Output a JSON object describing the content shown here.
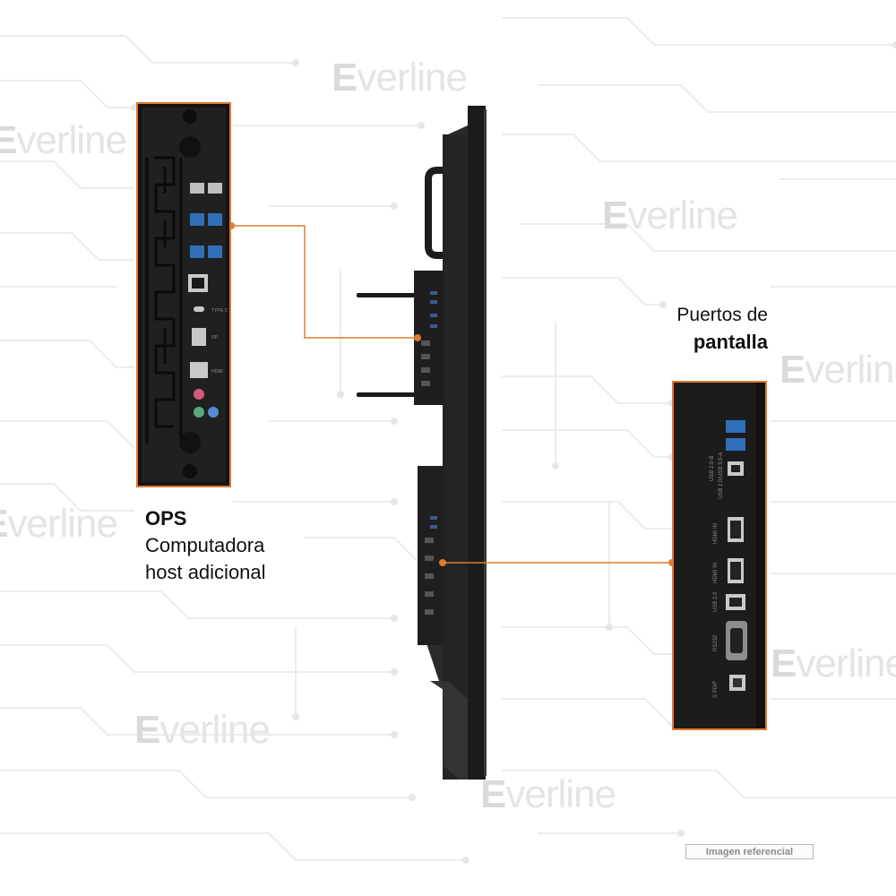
{
  "brand": {
    "watermark": "Everline",
    "accent_color": "#e07b2e"
  },
  "ops": {
    "title": "OPS",
    "line1": "Computadora",
    "line2": "host adicional"
  },
  "display_ports": {
    "line1": "Puertos de",
    "line2": "pantalla",
    "port_labels": [
      "USB 2.0-B",
      "USB 2.0/USB 3.0-A",
      "HDMI IN",
      "HDMI IN",
      "USB 2.0",
      "RS232",
      "S PDIF"
    ]
  },
  "ops_port_labels": [
    "TYPE-C",
    "DP",
    "HDMI"
  ],
  "disclaimer": "Imagen referencial",
  "icons": [
    "circuit-background",
    "usb-icon",
    "hdmi-port-icon",
    "ethernet-port-icon",
    "audio-jack-icon",
    "antenna-icon"
  ]
}
